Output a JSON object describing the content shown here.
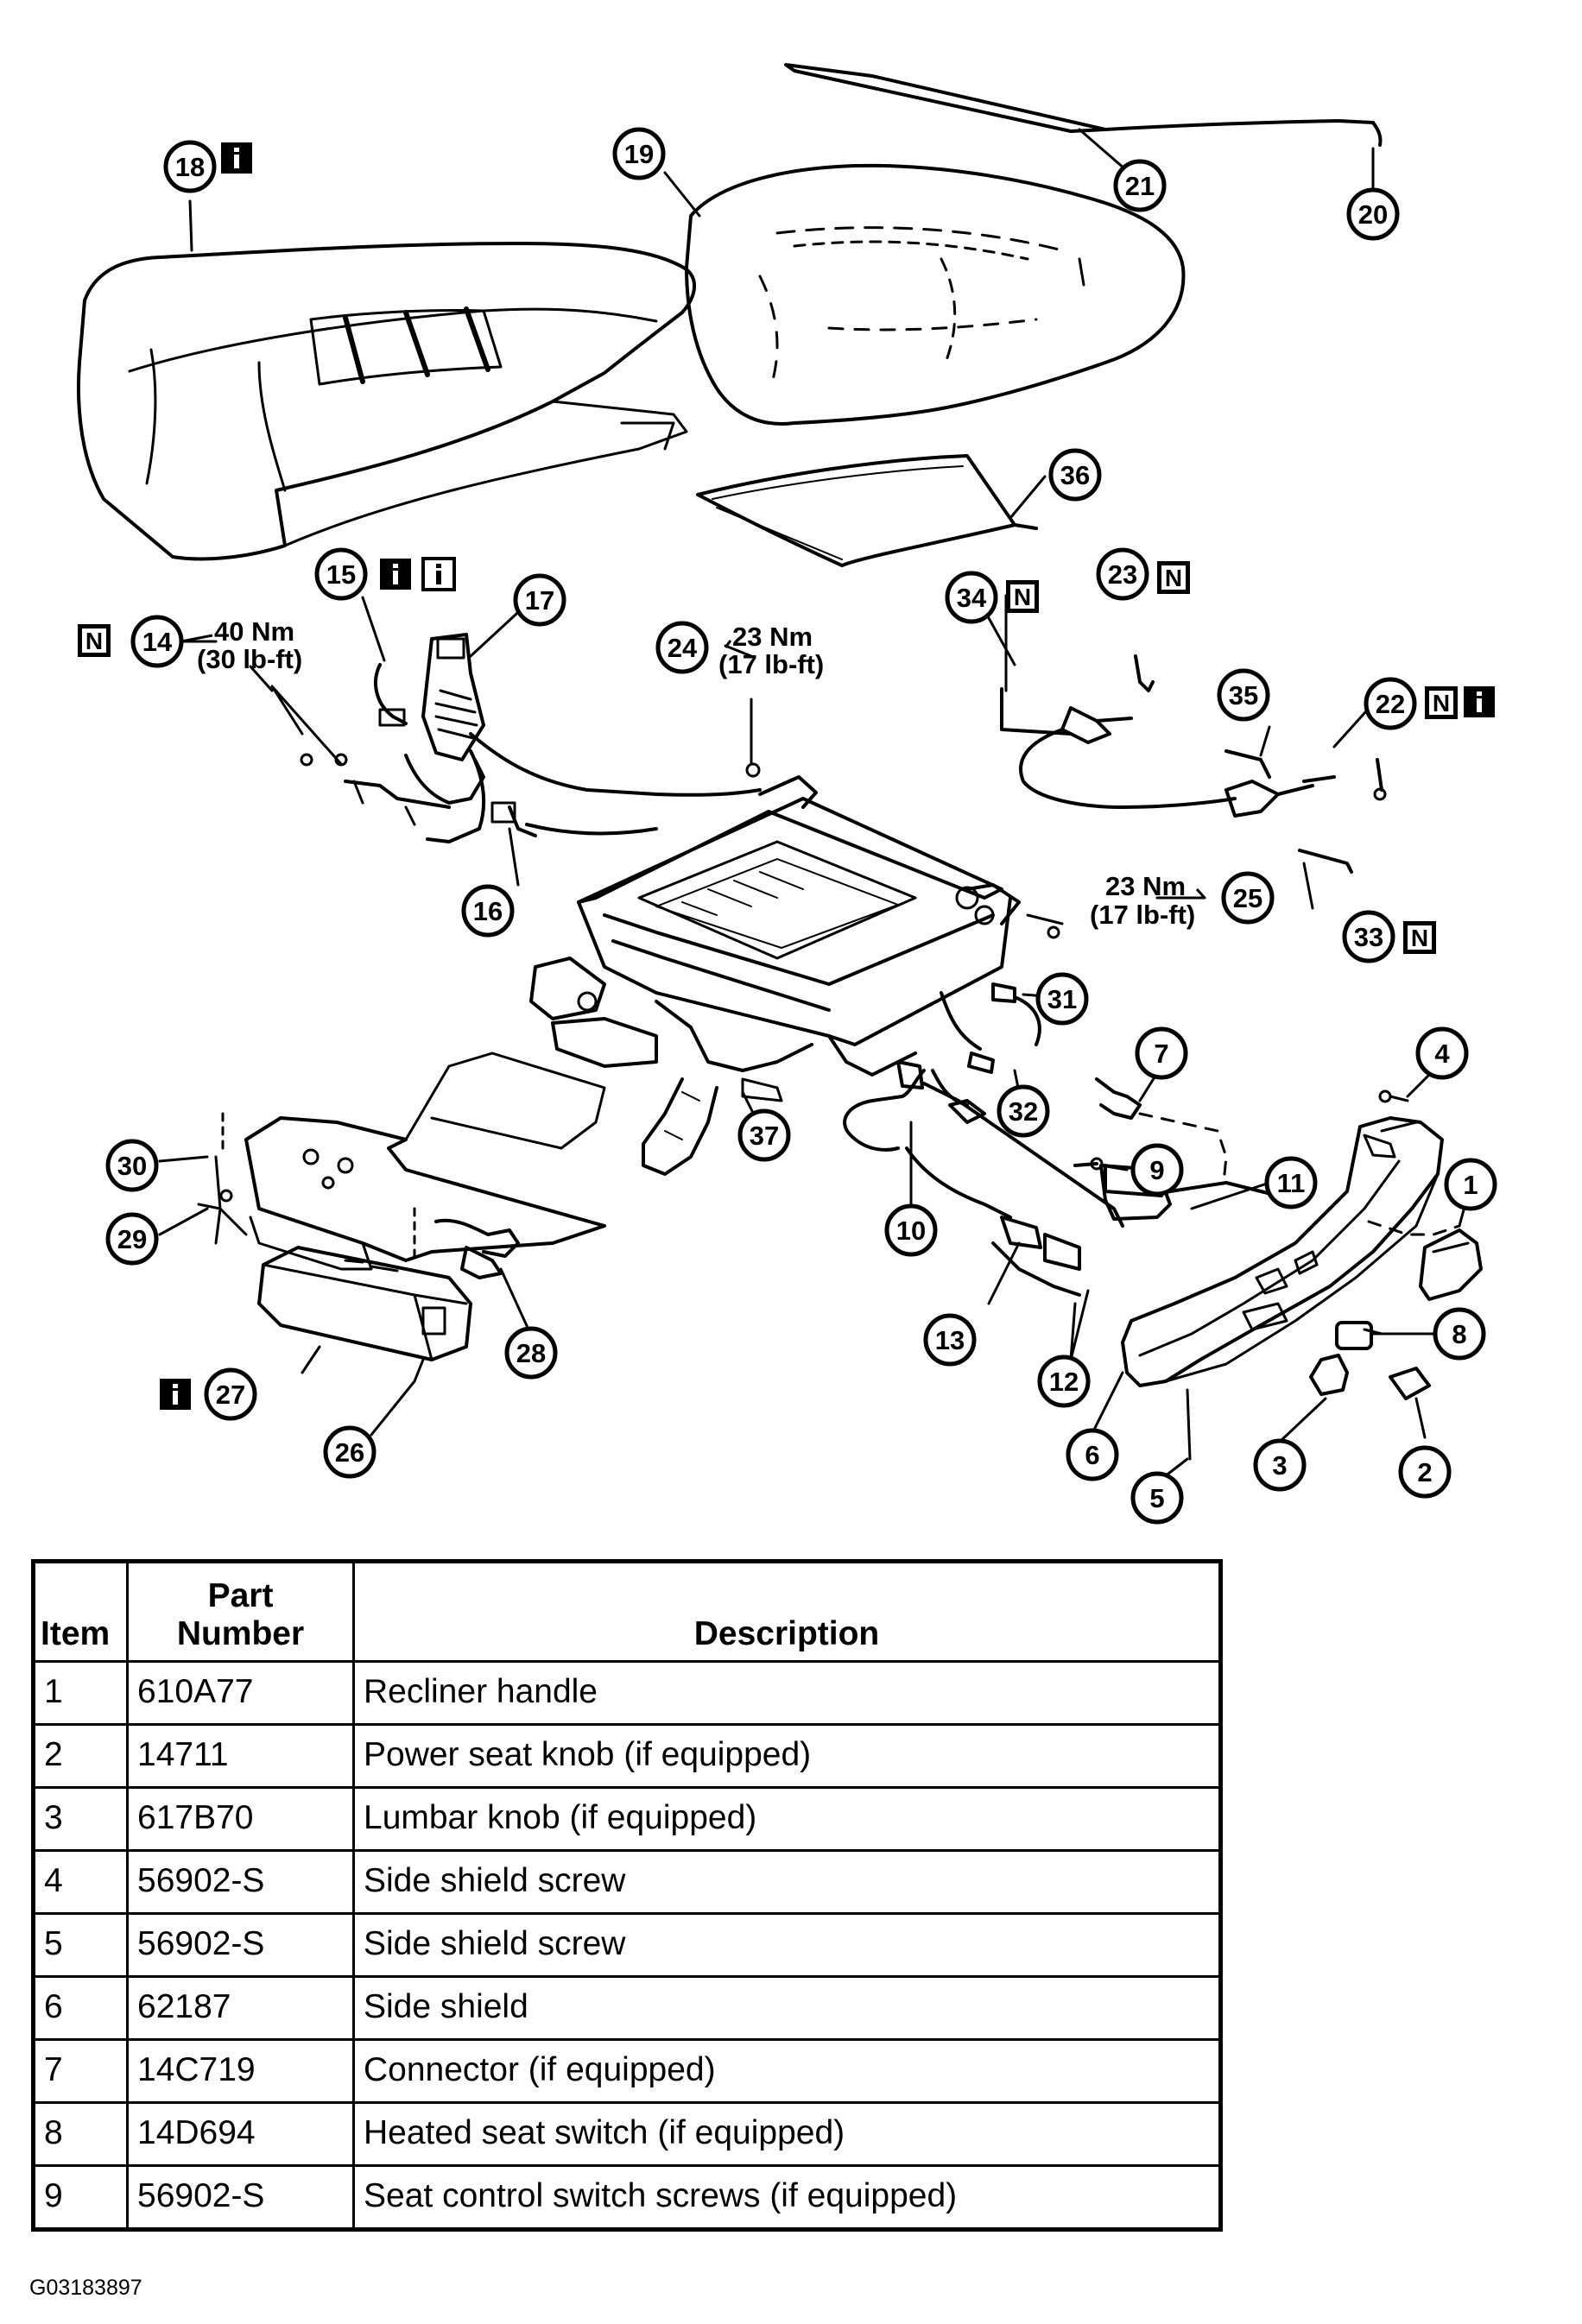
{
  "callouts": [
    {
      "n": "1"
    },
    {
      "n": "2"
    },
    {
      "n": "3"
    },
    {
      "n": "4"
    },
    {
      "n": "5"
    },
    {
      "n": "6"
    },
    {
      "n": "7"
    },
    {
      "n": "8"
    },
    {
      "n": "9"
    },
    {
      "n": "10"
    },
    {
      "n": "11"
    },
    {
      "n": "12"
    },
    {
      "n": "13"
    },
    {
      "n": "14"
    },
    {
      "n": "15"
    },
    {
      "n": "16"
    },
    {
      "n": "17"
    },
    {
      "n": "18"
    },
    {
      "n": "19"
    },
    {
      "n": "20"
    },
    {
      "n": "21"
    },
    {
      "n": "22"
    },
    {
      "n": "23"
    },
    {
      "n": "24"
    },
    {
      "n": "25"
    },
    {
      "n": "26"
    },
    {
      "n": "27"
    },
    {
      "n": "28"
    },
    {
      "n": "29"
    },
    {
      "n": "30"
    },
    {
      "n": "31"
    },
    {
      "n": "32"
    },
    {
      "n": "33"
    },
    {
      "n": "34"
    },
    {
      "n": "35"
    },
    {
      "n": "36"
    },
    {
      "n": "37"
    }
  ],
  "flags": {
    "info": "i",
    "new": "N"
  },
  "torques": {
    "t14_a": "40 Nm",
    "t14_b": "(30 lb-ft)",
    "t24_a": "23 Nm",
    "t24_b": "(17 lb-ft)",
    "t25_a": "23 Nm",
    "t25_b": "(17 lb-ft)"
  },
  "table": {
    "headers": {
      "item": "Item",
      "part_1": "Part",
      "part_2": "Number",
      "description": "Description"
    },
    "rows": [
      {
        "item": "1",
        "part": "610A77",
        "description": "Recliner handle"
      },
      {
        "item": "2",
        "part": "14711",
        "description": "Power seat knob (if equipped)"
      },
      {
        "item": "3",
        "part": "617B70",
        "description": "Lumbar knob (if equipped)"
      },
      {
        "item": "4",
        "part": "56902-S",
        "description": "Side shield screw"
      },
      {
        "item": "5",
        "part": "56902-S",
        "description": "Side shield screw"
      },
      {
        "item": "6",
        "part": "62187",
        "description": "Side shield"
      },
      {
        "item": "7",
        "part": "14C719",
        "description": "Connector (if equipped)"
      },
      {
        "item": "8",
        "part": "14D694",
        "description": "Heated seat switch (if equipped)"
      },
      {
        "item": "9",
        "part": "56902-S",
        "description": "Seat control switch screws (if equipped)"
      }
    ]
  },
  "figure_id": "G03183897"
}
